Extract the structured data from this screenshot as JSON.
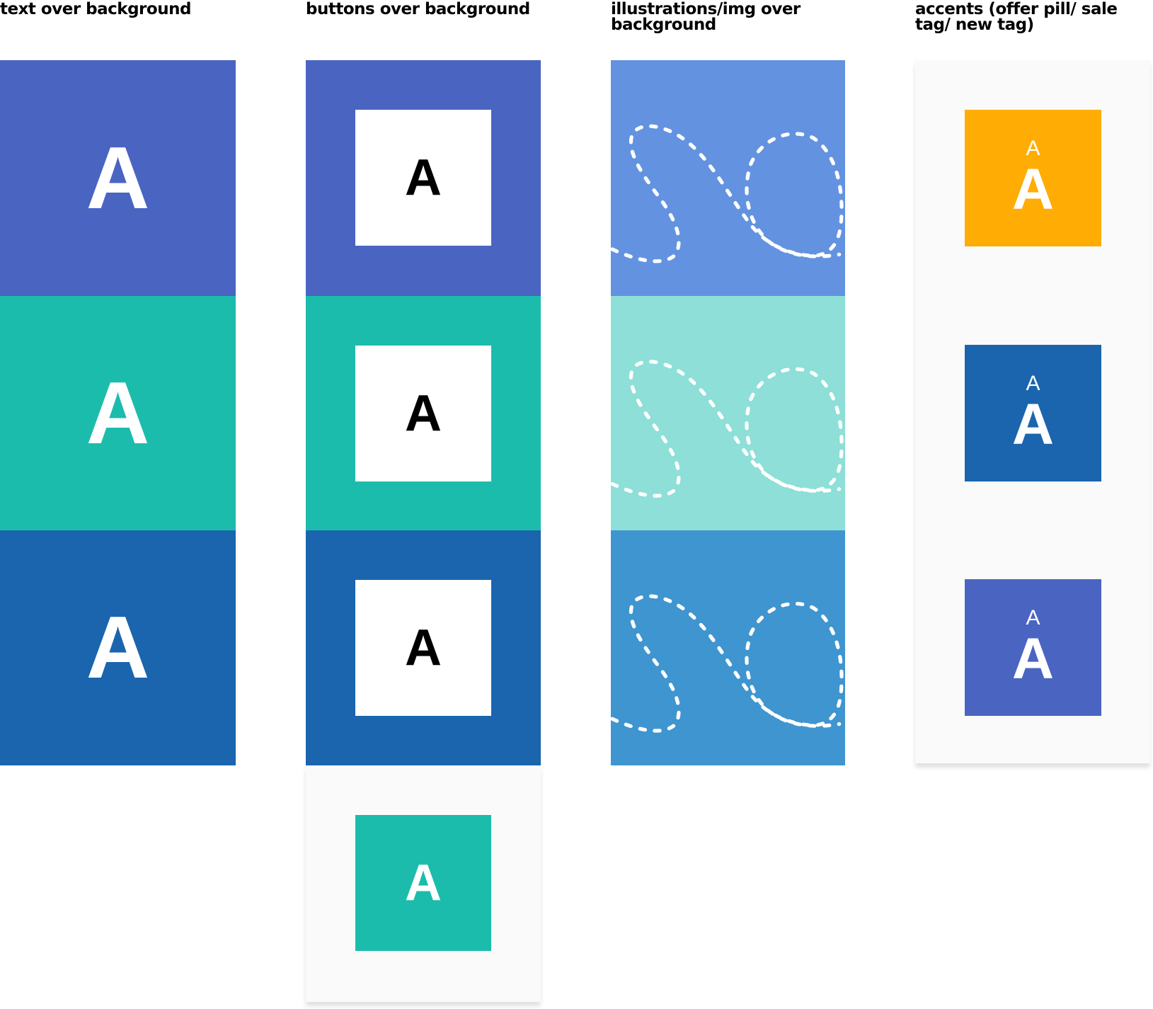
{
  "headers": {
    "col1": "text over background",
    "col2": "buttons over background",
    "col3": "illustrations/img over background",
    "col4": "accents (offer pill/ sale tag/ new tag)"
  },
  "letter": "A",
  "colors": {
    "indigo": "#4a64c2",
    "teal": "#1cbcac",
    "blue": "#1a65ae",
    "light_blue": "#6393e0",
    "light_teal": "#8ddfd7",
    "mid_blue": "#3f95d0",
    "orange": "#ffad05",
    "panel": "#fafafa"
  }
}
